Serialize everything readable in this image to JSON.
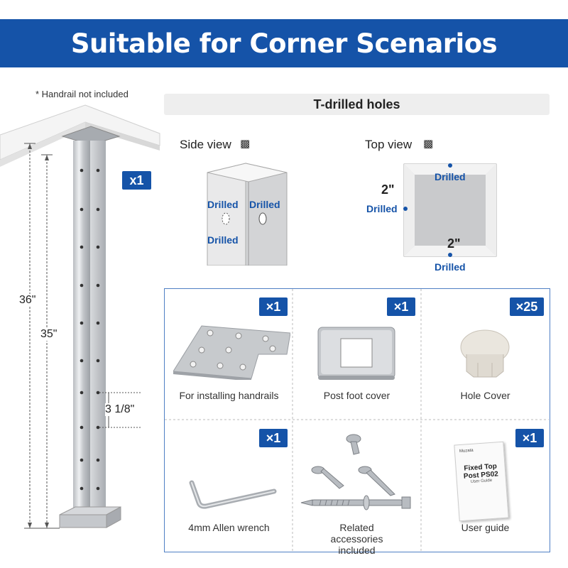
{
  "banner": {
    "title": "Suitable for Corner Scenarios"
  },
  "note": "* Handrail not included",
  "post": {
    "quantity": "x1"
  },
  "dimensions": {
    "height_outer": "36\"",
    "height_inner": "35\"",
    "hole_spacing": "3 1/8\""
  },
  "holes_section": {
    "title": "T-drilled holes",
    "side_view": {
      "label": "Side view",
      "drilled_labels": [
        "Drilled",
        "Drilled",
        "Drilled"
      ]
    },
    "top_view": {
      "label": "Top view",
      "width": "2\"",
      "depth": "2\"",
      "drilled_labels": [
        "Drilled",
        "Drilled",
        "Drilled"
      ]
    }
  },
  "accessories": [
    {
      "quantity": "×1",
      "label": "For installing handrails"
    },
    {
      "quantity": "×1",
      "label": "Post foot cover"
    },
    {
      "quantity": "×25",
      "label": "Hole Cover"
    },
    {
      "quantity": "×1",
      "label": "4mm Allen wrench"
    },
    {
      "quantity": "",
      "label": "Related accessories included"
    },
    {
      "quantity": "×1",
      "label": "User guide"
    }
  ],
  "guide_cover": {
    "brand": "Muzata",
    "title_line1": "Fixed Top",
    "title_line2": "Post PS02",
    "subtitle": "User Guide"
  },
  "colors": {
    "brand_blue": "#1553a8",
    "steel": "#c9ccd0"
  }
}
